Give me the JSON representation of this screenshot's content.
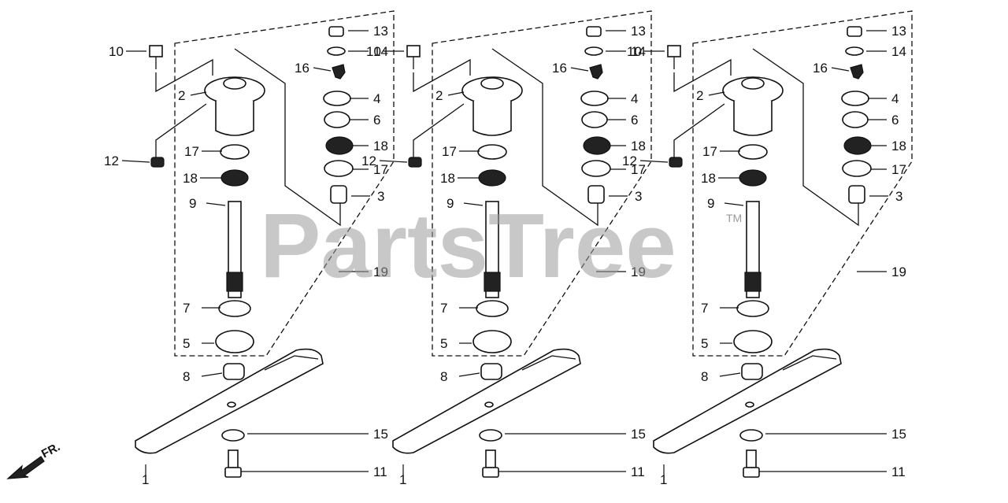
{
  "watermark": {
    "text": "PartsTree",
    "trademark": "TM"
  },
  "direction_label": "FR.",
  "assemblies": [
    {
      "name": "assembly-left",
      "labels": [
        "10",
        "2",
        "12",
        "17",
        "18",
        "9",
        "7",
        "5",
        "8",
        "13",
        "14",
        "16",
        "4",
        "6",
        "18",
        "17",
        "3",
        "19",
        "15",
        "11",
        "1"
      ]
    },
    {
      "name": "assembly-middle",
      "labels": [
        "10",
        "2",
        "12",
        "17",
        "18",
        "9",
        "7",
        "5",
        "8",
        "13",
        "14",
        "16",
        "4",
        "6",
        "18",
        "17",
        "3",
        "19",
        "15",
        "11",
        "1"
      ]
    },
    {
      "name": "assembly-right",
      "labels": [
        "10",
        "2",
        "12",
        "17",
        "18",
        "9",
        "7",
        "5",
        "8",
        "13",
        "14",
        "16",
        "4",
        "6",
        "18",
        "17",
        "3",
        "19",
        "15",
        "11",
        "1"
      ]
    }
  ]
}
